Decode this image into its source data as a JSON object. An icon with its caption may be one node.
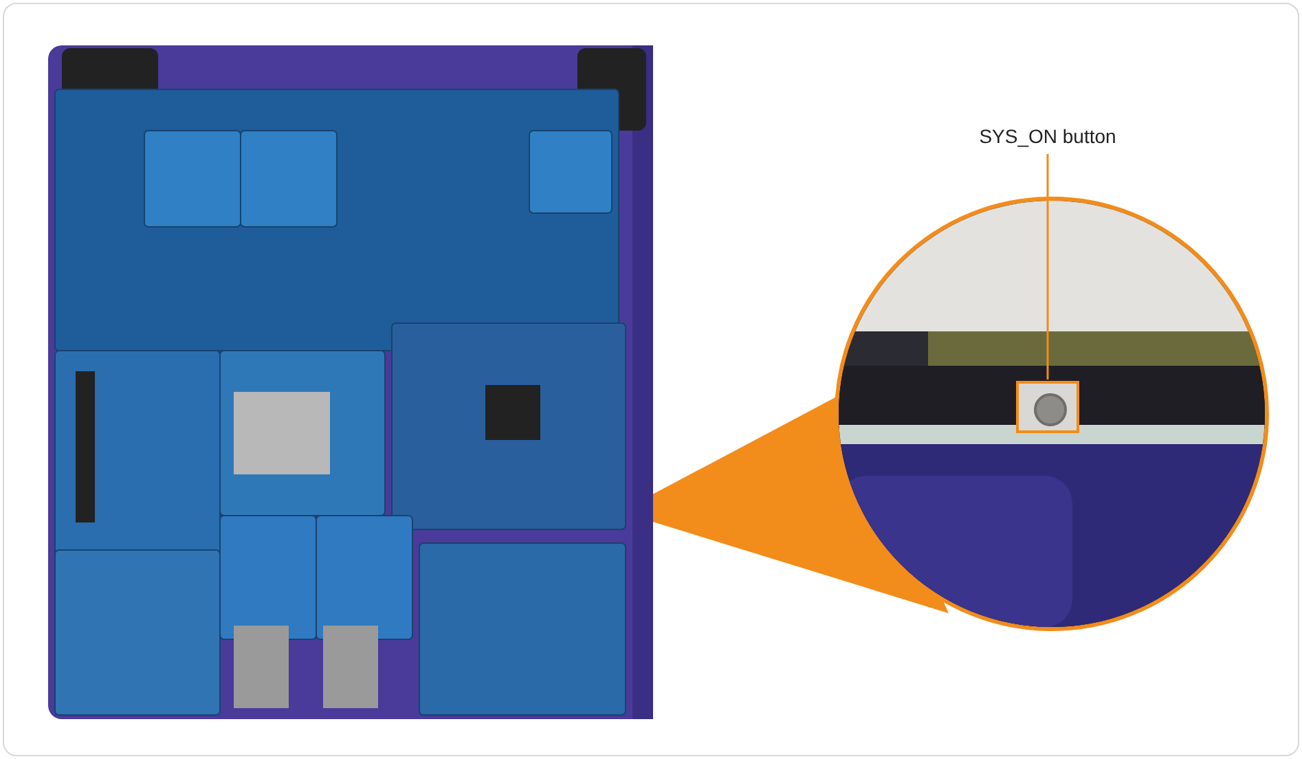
{
  "diagram": {
    "nodes": [
      {
        "text": [],
        "shape": "picture"
      },
      {
        "text": [
          "SYS_ON button"
        ]
      },
      {
        "text": [],
        "shape": "box",
        "in": 0
      }
    ],
    "edges": [
      {
        "from": 1,
        "to": 2,
        "arrow": "none"
      }
    ]
  }
}
